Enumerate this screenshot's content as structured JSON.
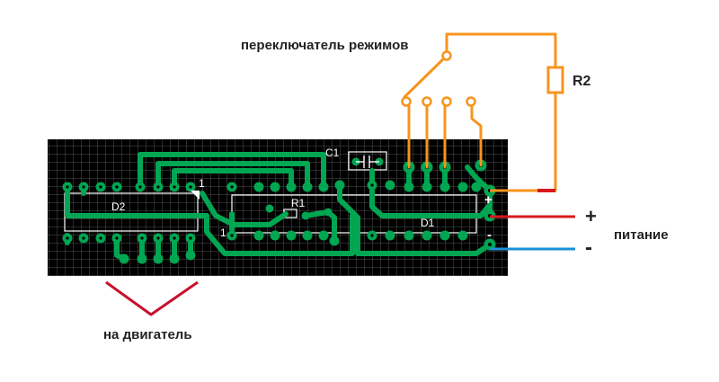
{
  "labels": {
    "mode_switch": "переключатель режимов",
    "r2": "R2",
    "plus": "+",
    "minus": "-",
    "power": "питание",
    "motor": "на двигатель"
  },
  "board_labels": {
    "c1": "C1",
    "r1": "R1",
    "d1": "D1",
    "d2": "D2",
    "pin1_a": "1",
    "pin1_b": "1",
    "plus_pad": "+",
    "minus_pad": "-"
  },
  "colors": {
    "board": "#000000",
    "grid": "#6a6a6a",
    "copper": "#00a651",
    "pad_hole": "#000000",
    "silk": "#ffffff",
    "wire_orange": "#f7941d",
    "wire_red": "#d7191c",
    "wire_blue": "#1c8fd7",
    "motor_lines": "#c8102e"
  }
}
